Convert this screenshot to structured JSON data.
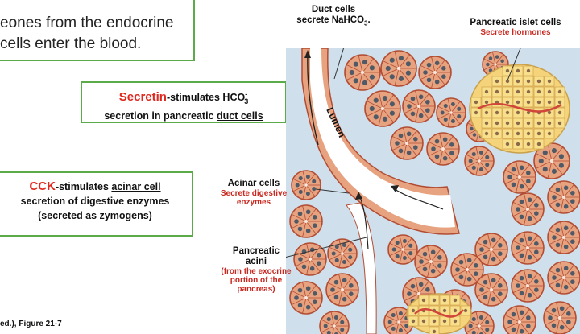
{
  "top_box": {
    "line1": "eones from the endocrine",
    "line2": "cells enter the blood."
  },
  "secretin_box": {
    "keyword": "Secretin",
    "line1_rest": "-stimulates HCO",
    "line1_sup": "-",
    "line1_sub": "3",
    "line2_pre": "secretion in pancreatic ",
    "line2_u": "duct cells"
  },
  "cck_box": {
    "keyword": "CCK",
    "line1_rest": "-stimulates ",
    "line1_u": "acinar cell",
    "line2": "secretion of digestive enzymes",
    "line3": "(secreted as zymogens)"
  },
  "labels": {
    "duct_cells_1": "Duct cells",
    "duct_cells_2": "secrete NaHCO",
    "duct_cells_sub": "3",
    "duct_cells_end": ".",
    "islet_title": "Pancreatic islet cells",
    "islet_sub": "Secrete hormones",
    "lumen": "Lumen",
    "acinar_title": "Acinar cells",
    "acinar_sub1": "Secrete digestive",
    "acinar_sub2": "enzymes",
    "acini_1": "Pancreatic",
    "acini_2": "acini",
    "acini_sub1": "(from the exocrine",
    "acini_sub2": "portion of the",
    "acini_sub3": "pancreas)"
  },
  "caption": "ed.), Figure 21-7",
  "colors": {
    "box_border": "#5cab4a",
    "keyword_red": "#e0281e",
    "sublabel_red": "#c8281f",
    "tissue_bg": "#cfe0ec",
    "acinar_cell": "#e7a27f",
    "acinar_border": "#b24d34",
    "nucleus": "#4f5a66",
    "islet": "#f4d37a",
    "islet_cell": "#f7df8c"
  }
}
